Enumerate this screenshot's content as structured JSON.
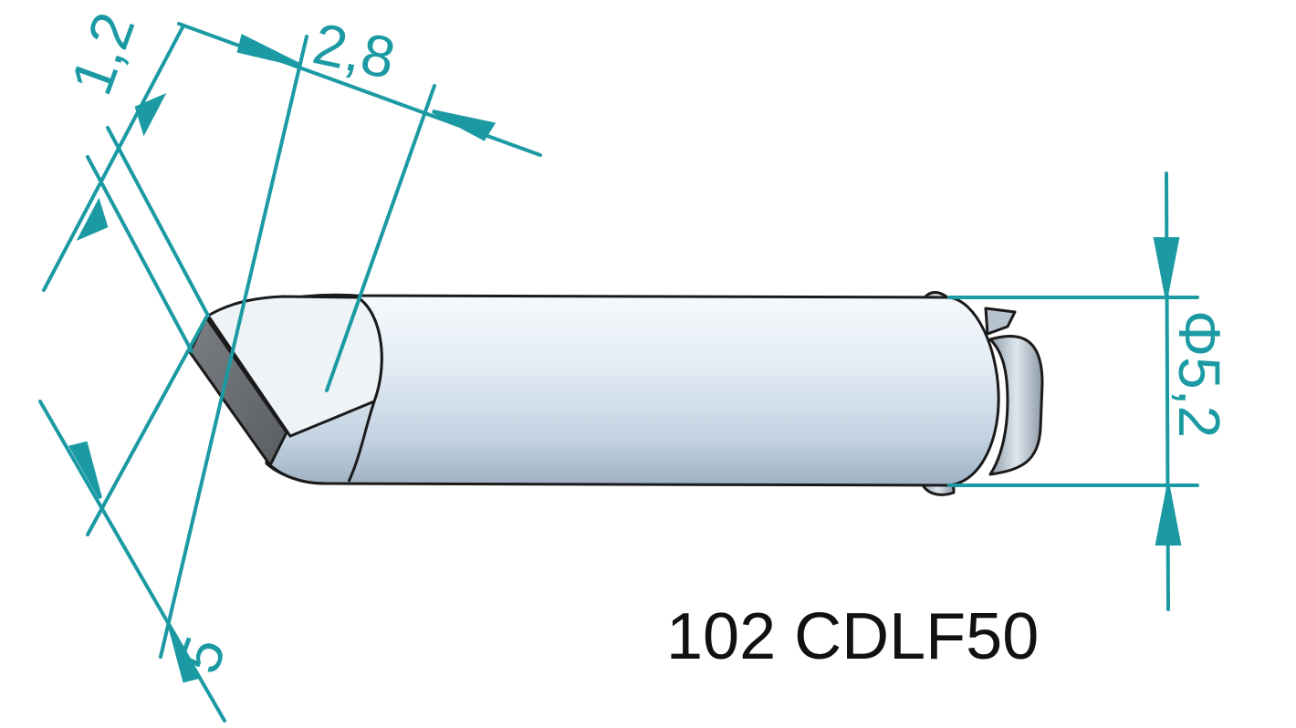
{
  "part": {
    "label": "102 CDLF50"
  },
  "dimensions": {
    "tip_face_width": "1,2",
    "tip_length": "2,8",
    "tip_thickness": "5",
    "shank_diameter": "Φ5,2"
  },
  "colors": {
    "dimension": "#1b9aa3",
    "outline": "#1a1a1a",
    "metal_light": "#f4f8fb",
    "metal_mid": "#c9d8e6",
    "metal_dark": "#8fa2b3",
    "face": "#6b6f74"
  }
}
